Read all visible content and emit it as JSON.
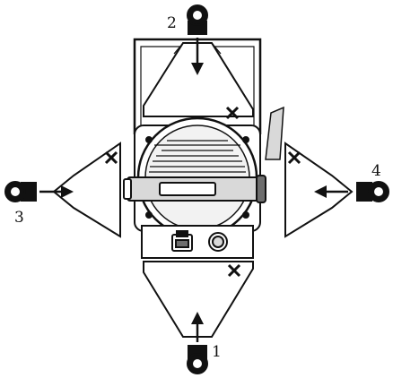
{
  "callouts": {
    "bottom": "1",
    "top": "2",
    "left": "3",
    "right": "4"
  },
  "colors": {
    "stroke": "#111111",
    "fill_light": "#ffffff",
    "fill_gray": "#d9d9d9",
    "fill_dark": "#6e6e6e"
  }
}
